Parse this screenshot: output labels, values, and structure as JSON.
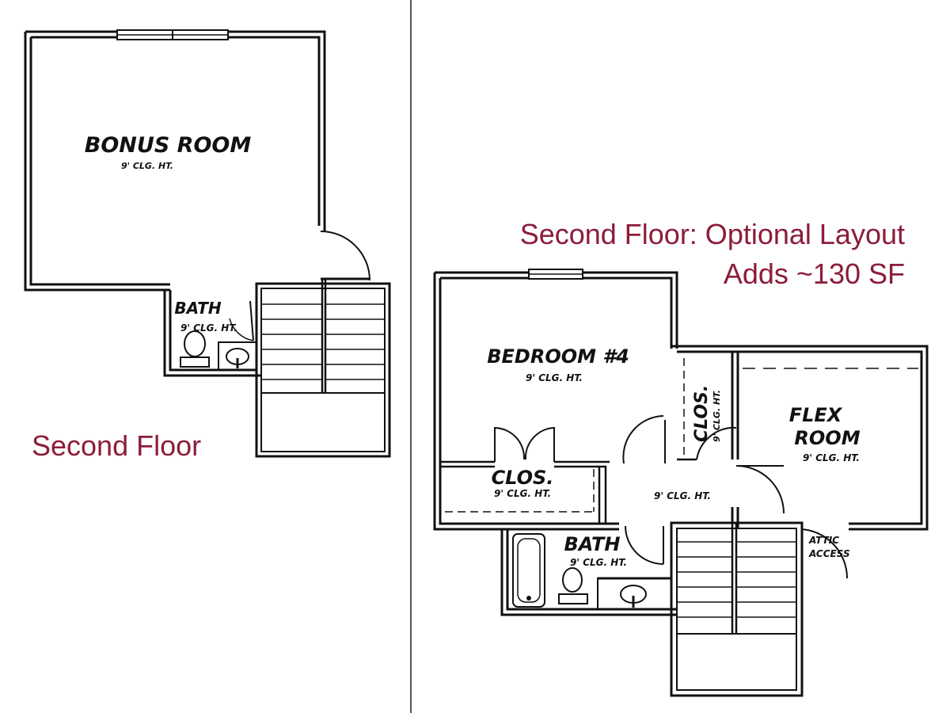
{
  "colors": {
    "caption": "#8c1d3a",
    "line": "#111111",
    "divider": "#555555"
  },
  "left_plan": {
    "caption": "Second Floor",
    "bonus_room": {
      "label": "BONUS ROOM",
      "ceiling": "9' CLG. HT."
    },
    "bath": {
      "label": "BATH",
      "ceiling": "9' CLG. HT."
    }
  },
  "right_plan": {
    "caption_line1": "Second Floor: Optional Layout",
    "caption_line2": "Adds ~130 SF",
    "bedroom4": {
      "label": "BEDROOM #4",
      "ceiling": "9' CLG. HT."
    },
    "closet_main": {
      "label": "CLOS.",
      "ceiling": "9' CLG. HT."
    },
    "closet_flex": {
      "label": "CLOS.",
      "ceiling": "9' CLG. HT."
    },
    "hall": {
      "ceiling": "9' CLG. HT."
    },
    "flex_room": {
      "label_line1": "FLEX",
      "label_line2": "ROOM",
      "ceiling": "9' CLG. HT."
    },
    "bath": {
      "label": "BATH",
      "ceiling": "9' CLG. HT."
    },
    "attic": {
      "line1": "ATTIC",
      "line2": "ACCESS"
    }
  }
}
